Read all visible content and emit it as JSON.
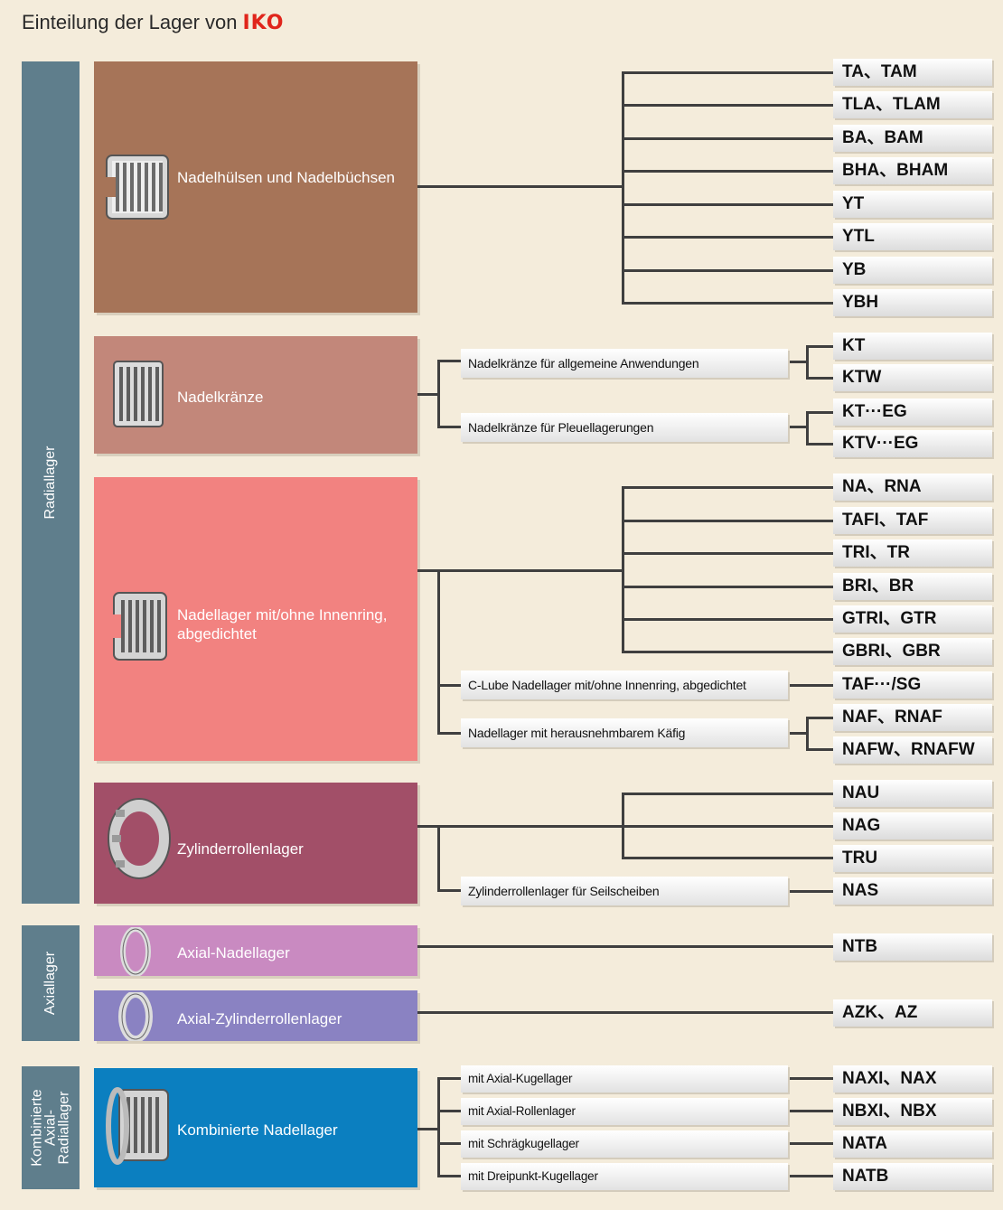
{
  "title": {
    "text": "Einteilung der Lager von",
    "logo": "IKO"
  },
  "groups": {
    "radial": "Radiallager",
    "axial": "Axiallager",
    "combined": "Kombinierte Axial-Radiallager"
  },
  "panels": {
    "p1": {
      "label": "Nadelhülsen und Nadelbüchsen",
      "color": "#a67458"
    },
    "p2": {
      "label": "Nadelkränze",
      "color": "#c2877a"
    },
    "p3": {
      "label": "Nadellager mit/ohne Innenring, abgedichtet",
      "color": "#f28280"
    },
    "p4": {
      "label": "Zylinderrollenlager",
      "color": "#a24f68"
    },
    "p5": {
      "label": "Axial-Nadellager",
      "color": "#c98ac1"
    },
    "p6": {
      "label": "Axial-Zylinderrollenlager",
      "color": "#8a82c2"
    },
    "p7": {
      "label": "Kombinierte Nadellager",
      "color": "#0b7fc0"
    }
  },
  "subs": {
    "s1": "Nadelkränze für allgemeine Anwendungen",
    "s2": "Nadelkränze für Pleuellagerungen",
    "s3": "C-Lube Nadellager mit/ohne Innenring, abgedichtet",
    "s4": "Nadellager mit herausnehmbarem Käfig",
    "s5": "Zylinderrollenlager für Seilscheiben",
    "s6": "mit Axial-Kugellager",
    "s7": "mit Axial-Rollenlager",
    "s8": "mit Schrägkugellager",
    "s9": "mit Dreipunkt-Kugellager"
  },
  "codes": [
    "TA、TAM",
    "TLA、TLAM",
    "BA、BAM",
    "BHA、BHAM",
    "YT",
    "YTL",
    "YB",
    "YBH",
    "KT",
    "KTW",
    "KT···EG",
    "KTV···EG",
    "NA、RNA",
    "TAFI、TAF",
    "TRI、TR",
    "BRI、BR",
    "GTRI、GTR",
    "GBRI、GBR",
    "TAF···/SG",
    "NAF、RNAF",
    "NAFW、RNAFW",
    "NAU",
    "NAG",
    "TRU",
    "NAS",
    "NTB",
    "AZK、AZ",
    "NAXI、NAX",
    "NBXI、NBX",
    "NATA",
    "NATB"
  ]
}
